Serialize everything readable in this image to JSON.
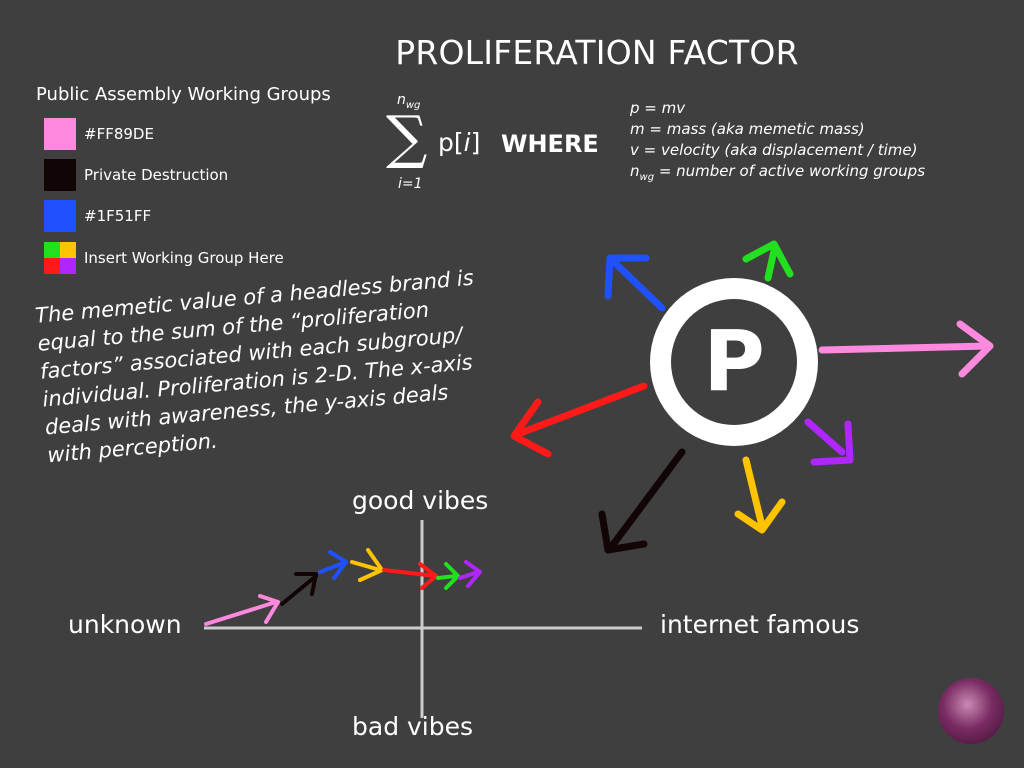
{
  "title": "PROLIFERATION FACTOR",
  "legend": {
    "heading": "Public Assembly Working Groups",
    "items": [
      {
        "label": "#FF89DE",
        "color": "#FF89DE"
      },
      {
        "label": "Private Destruction",
        "color": "#120505"
      },
      {
        "label": "#1F51FF",
        "color": "#1F51FF"
      },
      {
        "label": "Insert Working Group Here",
        "colors": [
          "#22e01f",
          "#ffc300",
          "#ff1a1a",
          "#b026ff"
        ]
      }
    ]
  },
  "formula": {
    "sigma": "∑",
    "upper": "n",
    "upper_sub": "wg",
    "lower": "i=1",
    "term_p": "p[",
    "term_i": "i",
    "term_close": "]",
    "where": "WHERE",
    "definitions": {
      "p": "p = mv",
      "m": "m = mass (aka memetic mass)",
      "v": "v = velocity (aka displacement / time)",
      "n_main": "n",
      "n_sub": "wg",
      "n_rest": " = number of active working groups"
    }
  },
  "note_lines": [
    "The memetic value of a headless brand is",
    "equal to the sum of the “proliferation",
    "factors” associated with each subgroup/",
    "individual. Proliferation is 2-D. The x-axis",
    "deals with awareness, the y-axis deals",
    "with perception."
  ],
  "emblem": {
    "letter": "P",
    "arrow_colors": [
      "#1F51FF",
      "#22e01f",
      "#FF89DE",
      "#b026ff",
      "#ffc300",
      "#120505",
      "#ff1a1a"
    ]
  },
  "axes": {
    "top": "good vibes",
    "bottom": "bad vibes",
    "left": "unknown",
    "right": "internet famous"
  },
  "trajectory_colors": [
    "#FF89DE",
    "#120505",
    "#1F51FF",
    "#ffc300",
    "#ff1a1a",
    "#22e01f",
    "#b026ff"
  ]
}
